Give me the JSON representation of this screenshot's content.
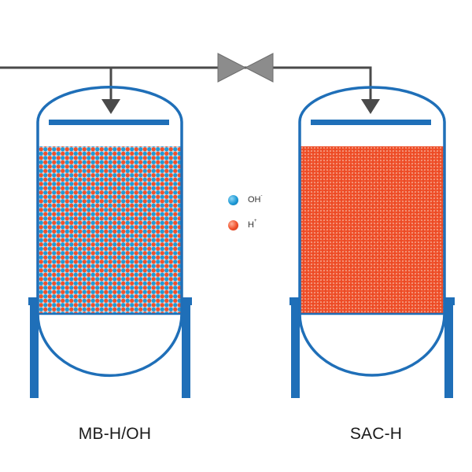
{
  "vessels": [
    {
      "id": "mb",
      "label": "MB-H/OH",
      "resin": "mixed"
    },
    {
      "id": "sac",
      "label": "SAC-H",
      "resin": "cation"
    }
  ],
  "legend": [
    {
      "label": "OH",
      "charge": "-",
      "color": "#1e9ad6"
    },
    {
      "label": "H",
      "charge": "+",
      "color": "#f0502a"
    }
  ],
  "colors": {
    "vessel_outline": "#1f6fb8",
    "pipe": "#4a4a4a",
    "valve": "#8c8c8c",
    "anion_bead": "#1e9ad6",
    "cation_bead": "#f0502a",
    "bed_background": "#cfd8e2"
  }
}
